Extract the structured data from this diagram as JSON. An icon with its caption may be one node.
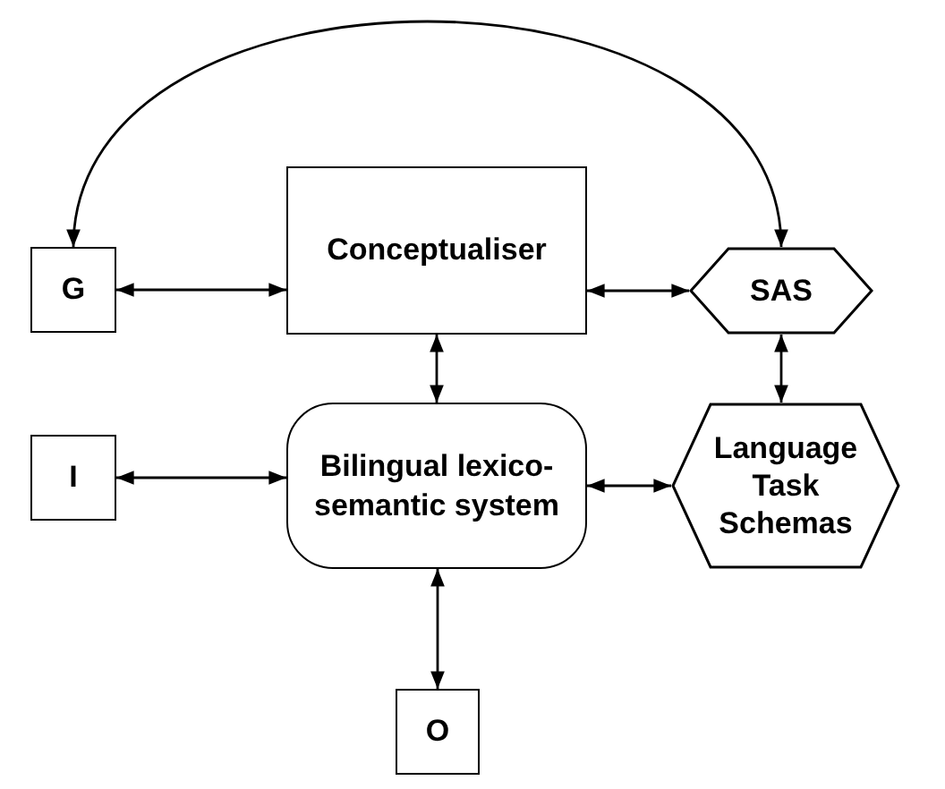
{
  "diagram": {
    "nodes": [
      {
        "text": [
          "G"
        ]
      },
      {
        "text": [
          "Conceptualiser"
        ]
      },
      {
        "text": [
          "SAS"
        ]
      },
      {
        "text": [
          "I"
        ]
      },
      {
        "text": [
          "Bilingual lexico-semantic system"
        ]
      },
      {
        "text": [
          "Language Task Schemas"
        ]
      },
      {
        "text": [
          "O"
        ]
      }
    ],
    "edges": [
      {
        "from": 2,
        "to": 0,
        "arrow": "both"
      },
      {
        "from": 0,
        "to": 1,
        "arrow": "both"
      },
      {
        "from": 1,
        "to": 2,
        "arrow": "both"
      },
      {
        "from": 1,
        "to": 4,
        "arrow": "both"
      },
      {
        "from": 2,
        "to": 5,
        "arrow": "both"
      },
      {
        "from": 3,
        "to": 4,
        "arrow": "both"
      },
      {
        "from": 4,
        "to": 5,
        "arrow": "both"
      },
      {
        "from": 4,
        "to": 6,
        "arrow": "both"
      }
    ]
  }
}
